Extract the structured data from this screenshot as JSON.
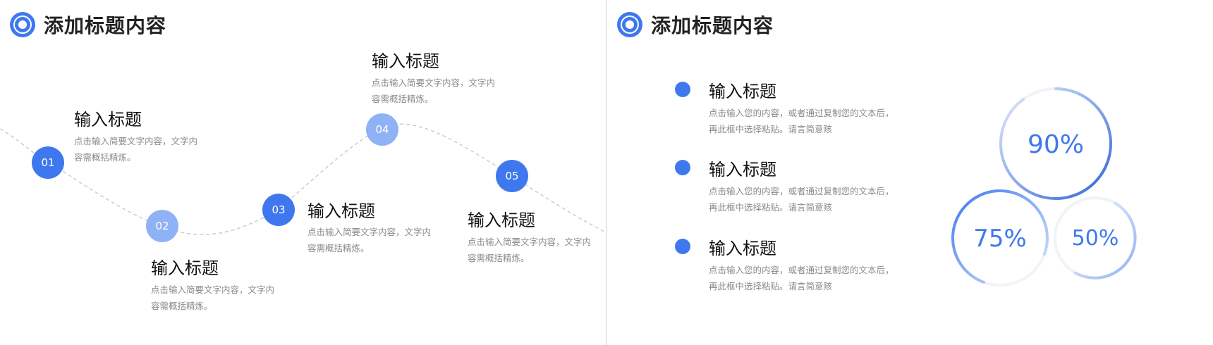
{
  "left": {
    "title": "添加标题内容",
    "steps": [
      {
        "num": "01",
        "title": "输入标题",
        "desc": "点击输入简要文字内容，文字内容需概括精炼。"
      },
      {
        "num": "02",
        "title": "输入标题",
        "desc": "点击输入简要文字内容，文字内容需概括精炼。"
      },
      {
        "num": "03",
        "title": "输入标题",
        "desc": "点击输入简要文字内容，文字内容需概括精炼。"
      },
      {
        "num": "04",
        "title": "输入标题",
        "desc": "点击输入简要文字内容，文字内容需概括精炼。"
      },
      {
        "num": "05",
        "title": "输入标题",
        "desc": "点击输入简要文字内容，文字内容需概括精炼。"
      }
    ]
  },
  "right": {
    "title": "添加标题内容",
    "items": [
      {
        "title": "输入标题",
        "desc": "点击输入您的内容，或者通过复制您的文本后，再此框中选择粘贴。请言简意赅"
      },
      {
        "title": "输入标题",
        "desc": "点击输入您的内容，或者通过复制您的文本后，再此框中选择粘贴。请言简意赅"
      },
      {
        "title": "输入标题",
        "desc": "点击输入您的内容，或者通过复制您的文本后，再此框中选择粘贴。请言简意赅"
      }
    ],
    "rings": [
      {
        "label": "90%",
        "value": 0.9
      },
      {
        "label": "75%",
        "value": 0.75
      },
      {
        "label": "50%",
        "value": 0.5
      }
    ]
  },
  "colors": {
    "accent": "#3f78ee",
    "accent_light": "#8fb1f5",
    "text": "#222222",
    "muted": "#8a8a8a"
  },
  "icons": {
    "title_bullet": "target-icon"
  }
}
